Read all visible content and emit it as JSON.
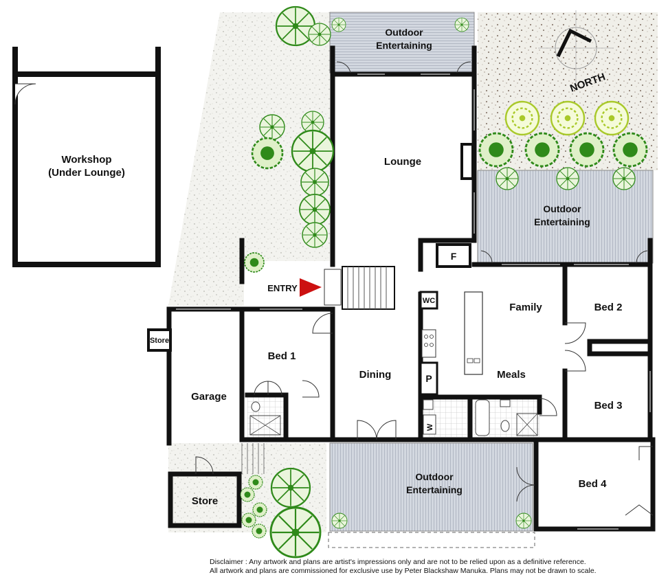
{
  "rooms": {
    "workshop_line1": "Workshop",
    "workshop_line2": "(Under Lounge)",
    "outdoor_top_line1": "Outdoor",
    "outdoor_top_line2": "Entertaining",
    "lounge": "Lounge",
    "outdoor_right_line1": "Outdoor",
    "outdoor_right_line2": "Entertaining",
    "fireplace": "F",
    "entry": "ENTRY",
    "wc": "WC",
    "family": "Family",
    "bed2": "Bed 2",
    "store_small": "Store",
    "bed1": "Bed 1",
    "dining": "Dining",
    "pantry": "P",
    "meals": "Meals",
    "garage": "Garage",
    "bed3": "Bed 3",
    "laundry": "W",
    "outdoor_bottom_line1": "Outdoor",
    "outdoor_bottom_line2": "Entertaining",
    "bed4": "Bed 4",
    "store": "Store"
  },
  "compass": {
    "label": "NORTH"
  },
  "disclaimer": {
    "line1": "Disclaimer : Any artwork and plans are artist's impressions only and are not to be relied upon as a definitive reference.",
    "line2": "All artwork and plans are commissioned for exclusive use by Peter Blackshaw Manuka. Plans may not be drawn to scale."
  },
  "colors": {
    "wall": "#111111",
    "deck": "#d3d8e0",
    "deck_line": "#b0b6c2",
    "gravel": "#f1f1ec",
    "tree_dark": "#2f8a1a",
    "tree_light": "#a9d43a",
    "entry_arrow": "#cc1111"
  }
}
